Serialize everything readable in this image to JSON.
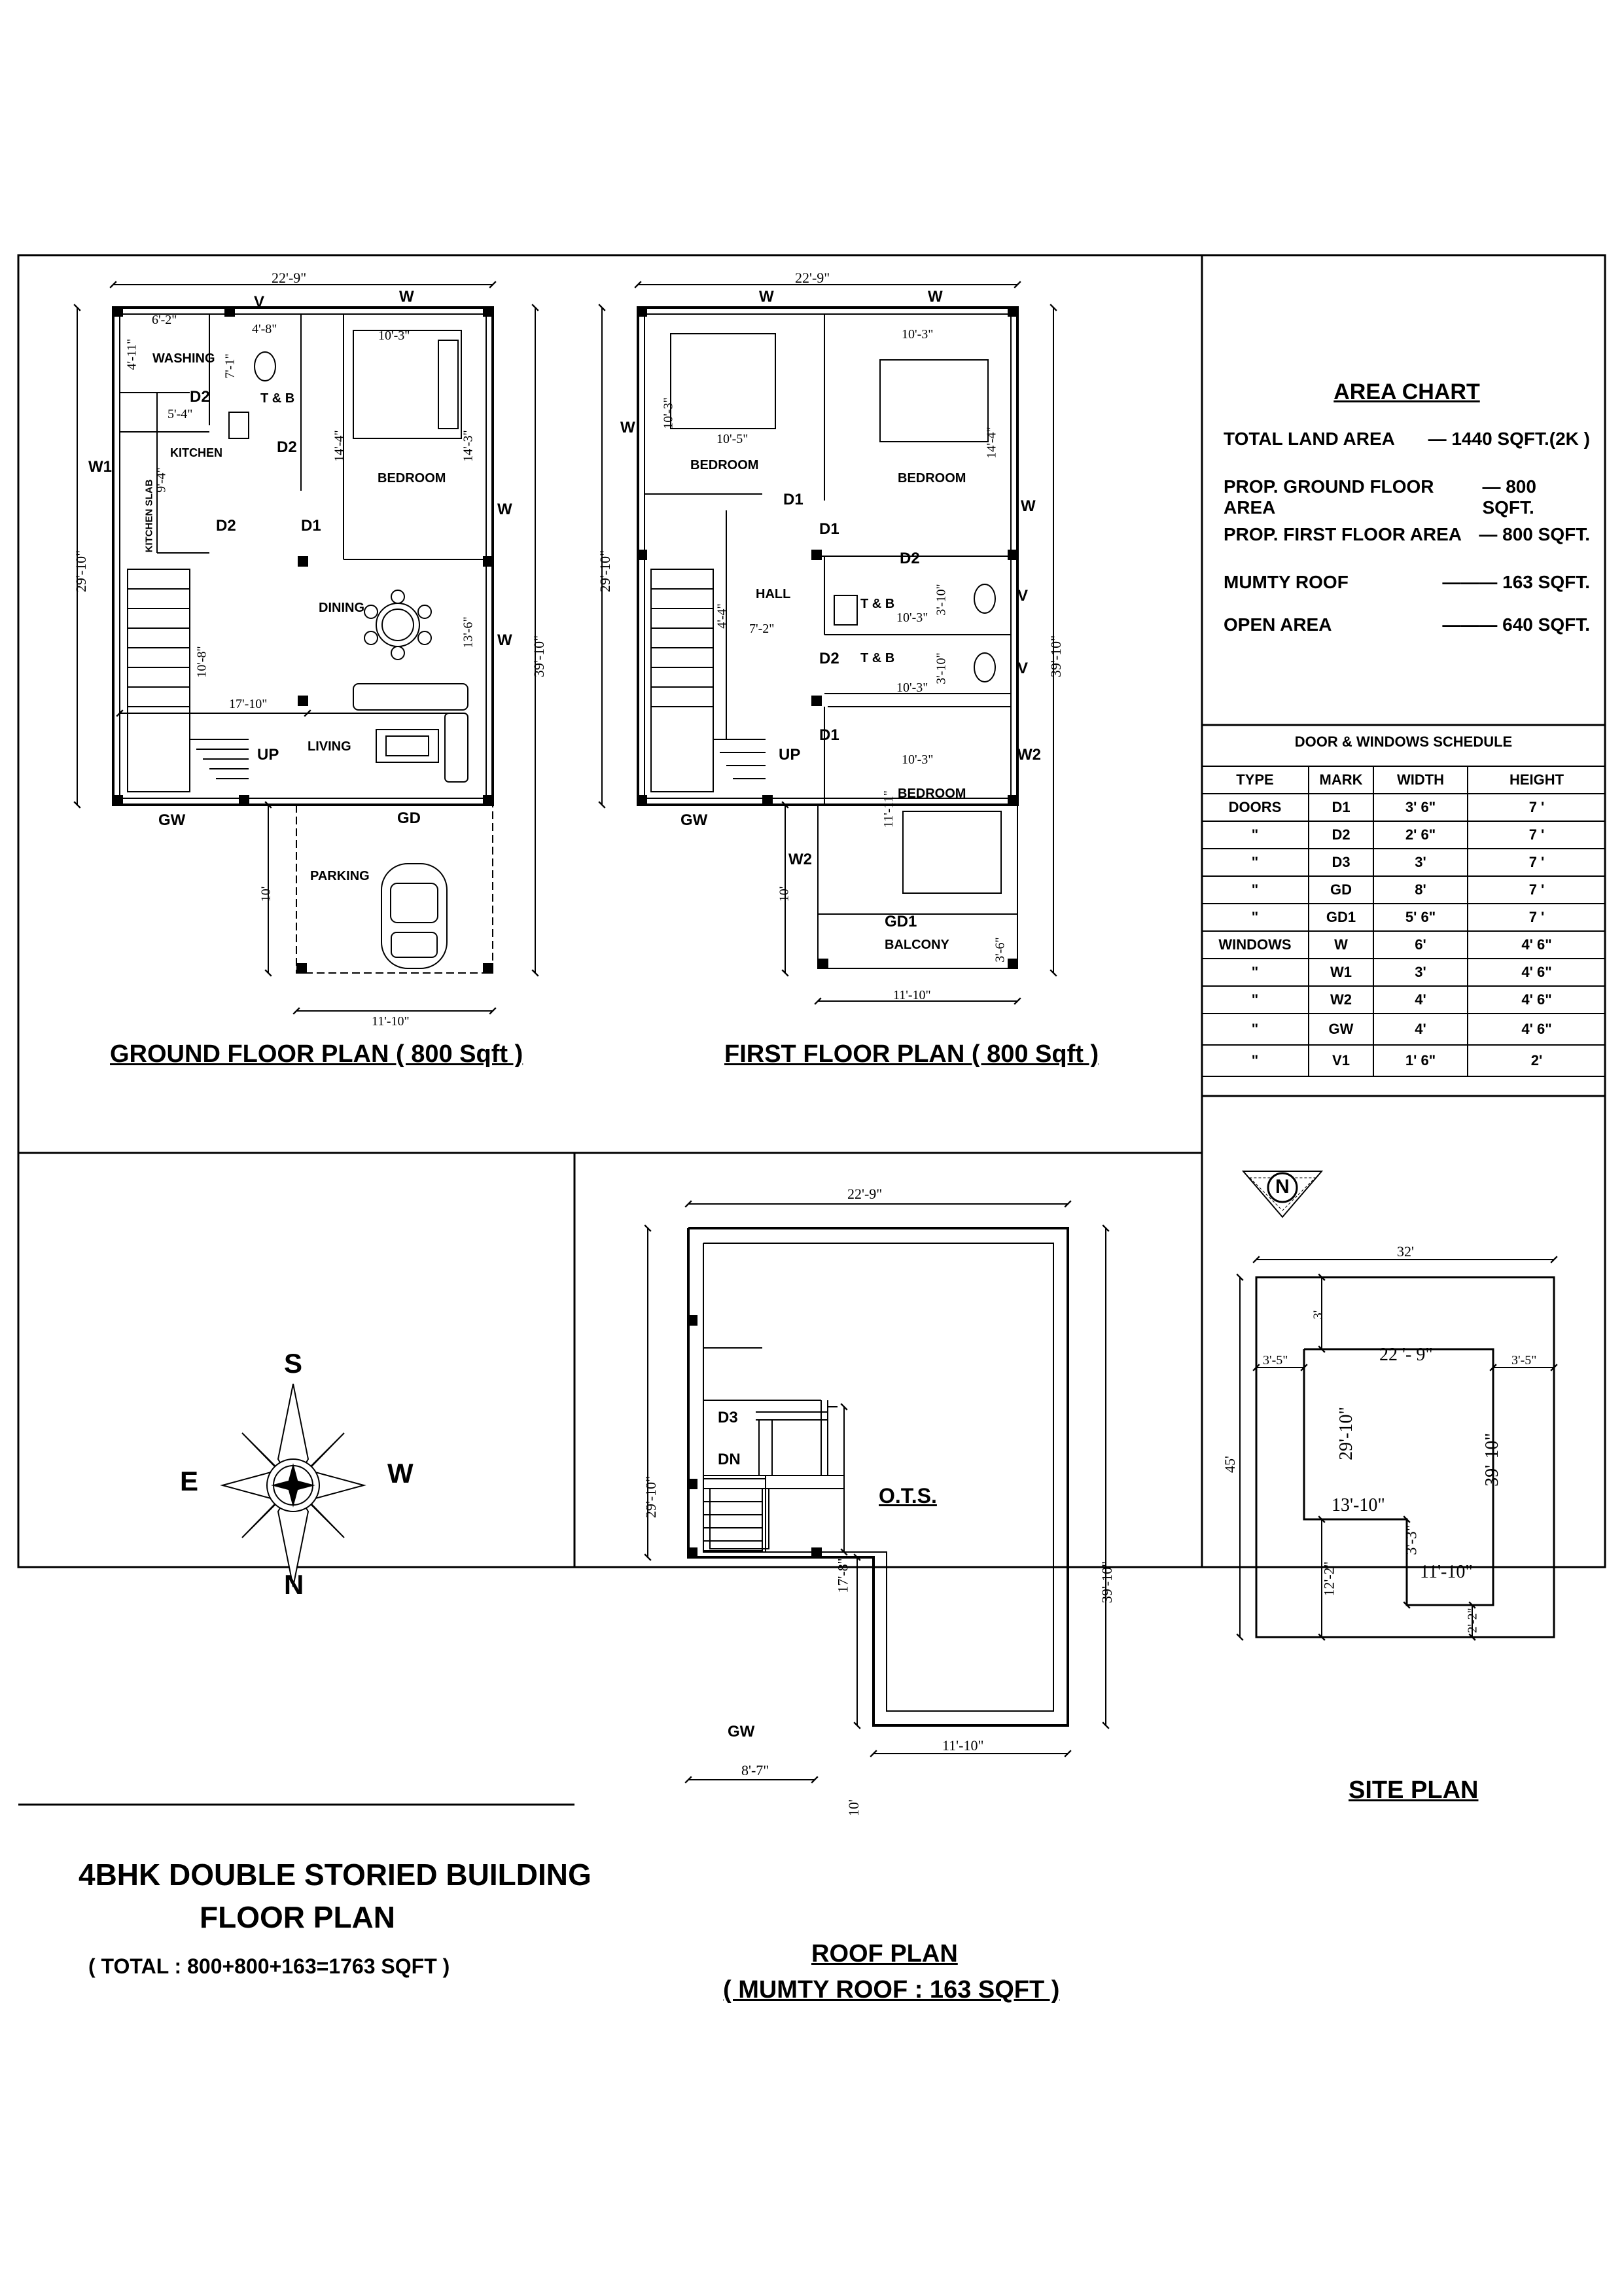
{
  "colors": {
    "ink": "#000000",
    "paper": "#ffffff"
  },
  "ground_floor": {
    "title": "GROUND FLOOR PLAN ( 800 Sqft )",
    "dims": {
      "top": "22'-9\"",
      "left": "29'-10\"",
      "right": "39'-10\"",
      "washing_w": "6'-2\"",
      "washing_h": "4'-11\"",
      "tb_w": "4'-8\"",
      "tb_h": "7'-1\"",
      "kitchen_w": "5'-4\"",
      "kitchen_h": "9'-4\"",
      "bed_w": "10'-3\"",
      "bed_h1": "14'-4\"",
      "bed_h2": "14'-3\"",
      "dining_h": "13'-6\"",
      "living_h": "10'-8\"",
      "living_w": "17'-10\"",
      "parking_h": "10'",
      "parking_w": "11'-10\""
    },
    "labels": {
      "washing": "WASHING",
      "tb": "T & B",
      "kitchen": "KITCHEN",
      "kitchen_slab": "KITCHEN SLAB",
      "bedroom": "BEDROOM",
      "dining": "DINING",
      "living": "LIVING",
      "parking": "PARKING",
      "up": "UP",
      "v": "V",
      "w": "W",
      "w1": "W1",
      "d2a": "D2",
      "d2b": "D2",
      "d2c": "D2",
      "d1": "D1",
      "gw": "GW",
      "gd": "GD"
    }
  },
  "first_floor": {
    "title": "FIRST  FLOOR PLAN ( 800 Sqft )",
    "dims": {
      "top": "22'-9\"",
      "left": "29'-10\"",
      "right": "39'-10\"",
      "bed1_h": "10'-3\"",
      "bed1_w": "10'-5\"",
      "bed2_w": "10'-3\"",
      "bed2_h": "14'-4\"",
      "hall_w": "7'-2\"",
      "hall_h": "4'-4\"",
      "tb1_w": "10'-3\"",
      "tb1_h": "3'-10\"",
      "tb2_w": "10'-3\"",
      "tb2_h": "3'-10\"",
      "bed3_w": "10'-3\"",
      "bed3_h": "11'-11\"",
      "bal_h1": "10'",
      "bal_h2": "3'-6\"",
      "bal_w": "11'-10\""
    },
    "labels": {
      "w_top1": "W",
      "w_top2": "W",
      "w_left": "W",
      "w_right": "W",
      "bedroom1": "BEDROOM",
      "bedroom2": "BEDROOM",
      "bedroom3": "BEDROOM",
      "hall": "HALL",
      "tb1": "T & B",
      "tb2": "T & B",
      "d1a": "D1",
      "d1b": "D1",
      "d1c": "D1",
      "d2a": "D2",
      "d2b": "D2",
      "v1": "V",
      "v2": "V",
      "w2a": "W2",
      "w2b": "W2",
      "up": "UP",
      "gw": "GW",
      "gd1": "GD1",
      "balcony": "BALCONY"
    }
  },
  "area_chart": {
    "title": "AREA CHART",
    "rows": [
      {
        "label": "TOTAL LAND AREA",
        "value": "1440 SQFT.(2K )"
      },
      {
        "label": "PROP. GROUND FLOOR AREA",
        "value": "800 SQFT."
      },
      {
        "label": "PROP. FIRST  FLOOR AREA",
        "value": "800 SQFT."
      },
      {
        "label": "MUMTY ROOF",
        "value": "163 SQFT."
      },
      {
        "label": "OPEN AREA",
        "value": "640 SQFT."
      }
    ]
  },
  "schedule": {
    "title": "DOOR & WINDOWS SCHEDULE",
    "headers": [
      "TYPE",
      "MARK",
      "WIDTH",
      "HEIGHT"
    ],
    "rows": [
      [
        "DOORS",
        "D1",
        "3' 6\"",
        "7 '"
      ],
      [
        "\"",
        "D2",
        "2' 6\"",
        "7 '"
      ],
      [
        "\"",
        "D3",
        "3'",
        "7 '"
      ],
      [
        "\"",
        "GD",
        "8'",
        "7 '"
      ],
      [
        "\"",
        "GD1",
        "5' 6\"",
        "7 '"
      ],
      [
        "WINDOWS",
        "W",
        "6'",
        "4' 6\""
      ],
      [
        "\"",
        "W1",
        "3'",
        "4' 6\""
      ],
      [
        "\"",
        "W2",
        "4'",
        "4' 6\""
      ],
      [
        "\"",
        "GW",
        "4'",
        "4' 6\""
      ],
      [
        "\"",
        "V1",
        "1' 6\"",
        "2'"
      ]
    ]
  },
  "north_badge": "N",
  "compass": {
    "top": "S",
    "left": "E",
    "right": "W",
    "bottom": "N"
  },
  "building": {
    "line1": "4BHK DOUBLE STORIED BUILDING",
    "line2": "FLOOR PLAN",
    "total": "( TOTAL : 800+800+163=1763 SQFT )"
  },
  "roof": {
    "title": "ROOF PLAN",
    "subtitle": "( MUMTY ROOF : 163 SQFT )",
    "dims": {
      "top": "22'-9\"",
      "left": "29'-10\"",
      "right": "39'-10\"",
      "mid": "17'-8\"",
      "stair_w": "8'-7\"",
      "low_h": "10'",
      "bottom": "11'-10\""
    },
    "labels": {
      "d3": "D3",
      "dn": "DN",
      "ots": "O.T.S.",
      "gw": "GW"
    }
  },
  "site": {
    "title": "SITE PLAN",
    "dims": {
      "w": "32'",
      "h": "45'",
      "top_gap": "3'",
      "left_gap": "3'-5\"",
      "right_gap": "3'-5\"",
      "bw": "22 '- 9\"",
      "bh_left": "29'-10\"",
      "bh_right": "39'-10\"",
      "step_w": "13'-10\"",
      "step_h": "3'-3\"",
      "low_left": "12'-2\"",
      "low_w": "11'-10\"",
      "bottom_gap": "2'-2\""
    }
  }
}
